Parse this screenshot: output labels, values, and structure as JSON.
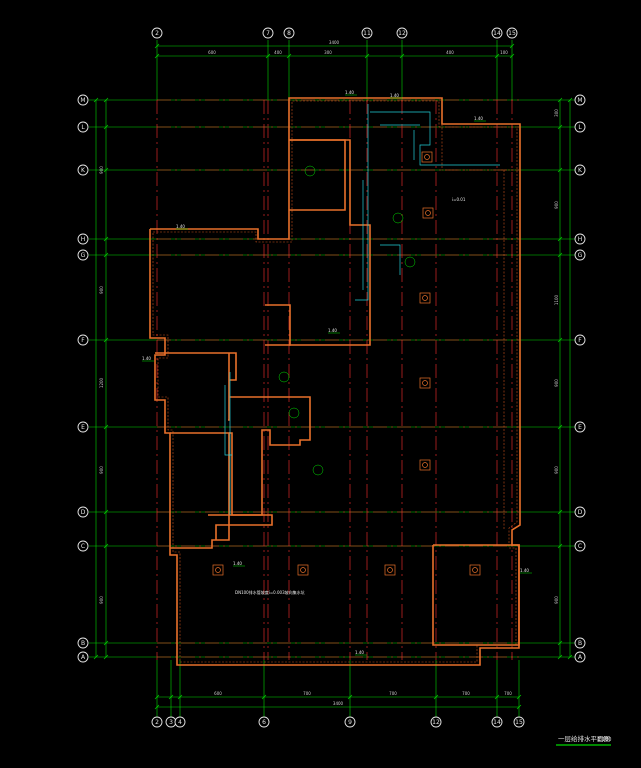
{
  "grid": {
    "columns": [
      "2",
      "7",
      "8",
      "11",
      "12",
      "14",
      "15"
    ],
    "columns_bottom": [
      "2",
      "3",
      "4",
      "6",
      "9",
      "12",
      "14",
      "15"
    ],
    "rows": [
      "M",
      "L",
      "K",
      "H",
      "G",
      "F",
      "E",
      "D",
      "C",
      "B",
      "A"
    ]
  },
  "dimensions": {
    "top_overall": "3400",
    "top_segments": [
      "600",
      "400",
      "300",
      "400",
      "100"
    ],
    "bottom_overall": "3400",
    "bottom_segments": [
      "600",
      "700",
      "700",
      "700",
      "700"
    ],
    "left_segments": [
      "900",
      "900",
      "1200",
      "900",
      "900"
    ],
    "right_segments": [
      "300",
      "900",
      "1100",
      "900",
      "900",
      "900"
    ]
  },
  "annotations": {
    "room_labels": [
      "1.40",
      "1.40",
      "1.40",
      "1.40",
      "1.40",
      "1.40",
      "1.40",
      "1.40",
      "1.40"
    ],
    "floor_note": "DN100排水管坡度i=0.003坡向集水坑",
    "slope_note": "i=0.01"
  },
  "title": {
    "text": "一层给排水平面图",
    "scale": "1:100"
  },
  "colors": {
    "background": "#000000",
    "grid_axis": "#ff3030",
    "dimension_lines": "#00d800",
    "walls": "#e8702a",
    "pipes": "#22cfd8",
    "text": "#e6e6e6"
  }
}
